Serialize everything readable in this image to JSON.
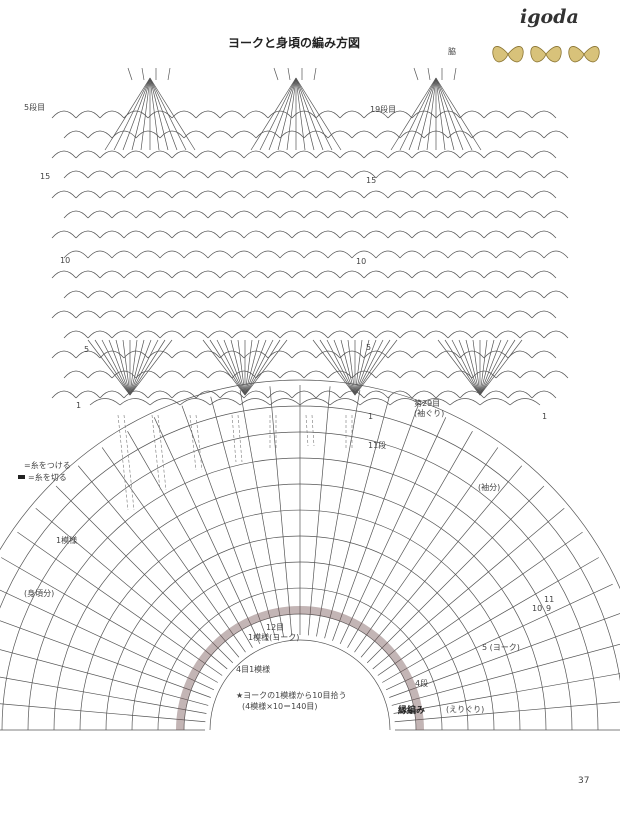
{
  "header": {
    "brand": "igoda",
    "title": "ヨークと身頃の編み方図"
  },
  "labels": {
    "side": "脇",
    "row_top_left": "5段目",
    "row_19": "19段目",
    "r15_left": "15",
    "r10_left": "10",
    "r5_left": "5",
    "r1_left": "1",
    "r15_mid": "15",
    "r10_mid": "10",
    "r5_mid": "5",
    "r1_mid": "1",
    "r1_right": "1",
    "row_29": "第29目",
    "sleeve_edge": "(袖ぐり)",
    "legend_attach": "=糸をつける",
    "legend_cut": "=糸を切る",
    "yoke_11": "11段",
    "sleeve_part": "(袖分)",
    "one_pattern": "1模様",
    "body_part": "(身頃分)",
    "yoke_12": "12目",
    "yoke_one_pattern": "1模様(ヨーク)",
    "four_one_pattern": "4目1模様",
    "note_line1": "★ヨークの1模様から10目拾う",
    "note_line2": "(4模様×10＝140目)",
    "yoke_5": "5 (ヨーク)",
    "yoke_4": "4段",
    "edge_knit": "縁編み",
    "edge_collar": "(えりぐり)",
    "r11_right": "11",
    "r10_right": "10",
    "r9_right": "9",
    "page_number": "37"
  }
}
